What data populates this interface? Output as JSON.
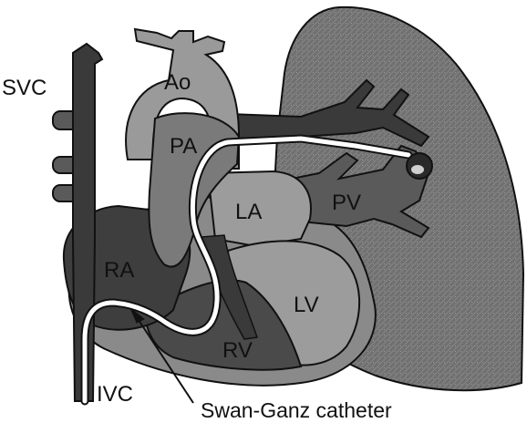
{
  "labels": {
    "svc": "SVC",
    "ao": "Ao",
    "pa": "PA",
    "la": "LA",
    "pv": "PV",
    "ra": "RA",
    "lv": "LV",
    "rv": "RV",
    "ivc": "IVC",
    "catheter": "Swan-Ganz catheter"
  },
  "colors": {
    "lung": "#6e6e6e",
    "dark_vessel": "#3a3a3a",
    "mid_gray": "#8a8a8a",
    "light_gray": "#a8a8a8",
    "outline": "#111111",
    "catheter": "#ffffff"
  }
}
